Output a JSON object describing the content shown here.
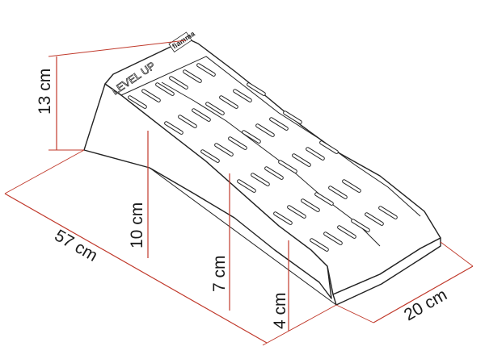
{
  "dimensions": {
    "height_total": "13 cm",
    "length": "57 cm",
    "level_1": "10 cm",
    "level_2": "7 cm",
    "level_3": "4 cm",
    "width": "20 cm"
  },
  "product": {
    "embossed_text": "LEVEL UP",
    "logo_text": "fiamma"
  },
  "colors": {
    "dimension_lines": "#c0392b",
    "outline": "#222222",
    "background": "#ffffff"
  }
}
